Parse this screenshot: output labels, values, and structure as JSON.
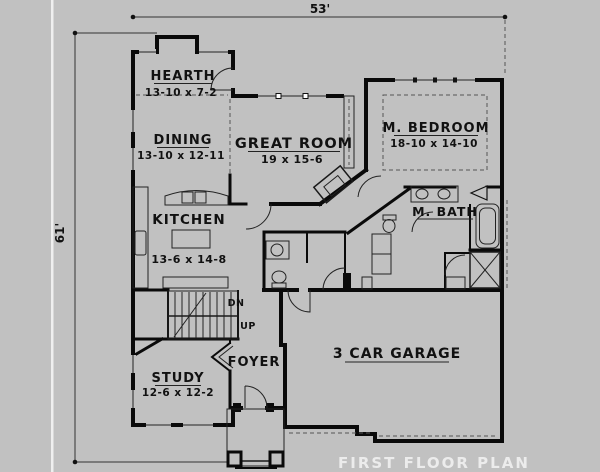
{
  "plan": {
    "title": "FIRST FLOOR PLAN",
    "dimensions": {
      "width": "53'",
      "height": "61'"
    },
    "rooms": {
      "hearth": {
        "name": "HEARTH",
        "dims": "13-10 x 7-2"
      },
      "dining": {
        "name": "DINING",
        "dims": "13-10 x 12-11"
      },
      "great_room": {
        "name": "GREAT ROOM",
        "dims": "19 x 15-6"
      },
      "m_bedroom": {
        "name": "M. BEDROOM",
        "dims": "18-10 x 14-10"
      },
      "kitchen": {
        "name": "KITCHEN",
        "dims": "13-6 x 14-8"
      },
      "m_bath": {
        "name": "M. BATH"
      },
      "foyer": {
        "name": "FOYER"
      },
      "study": {
        "name": "STUDY",
        "dims": "12-6 x 12-2"
      },
      "garage": {
        "name": "3 CAR GARAGE"
      }
    },
    "stairs": {
      "down": "DN",
      "up": "UP"
    },
    "colors": {
      "background": "#c1c1c1",
      "ink": "#0a0a0a",
      "title_text": "#ececec"
    }
  }
}
